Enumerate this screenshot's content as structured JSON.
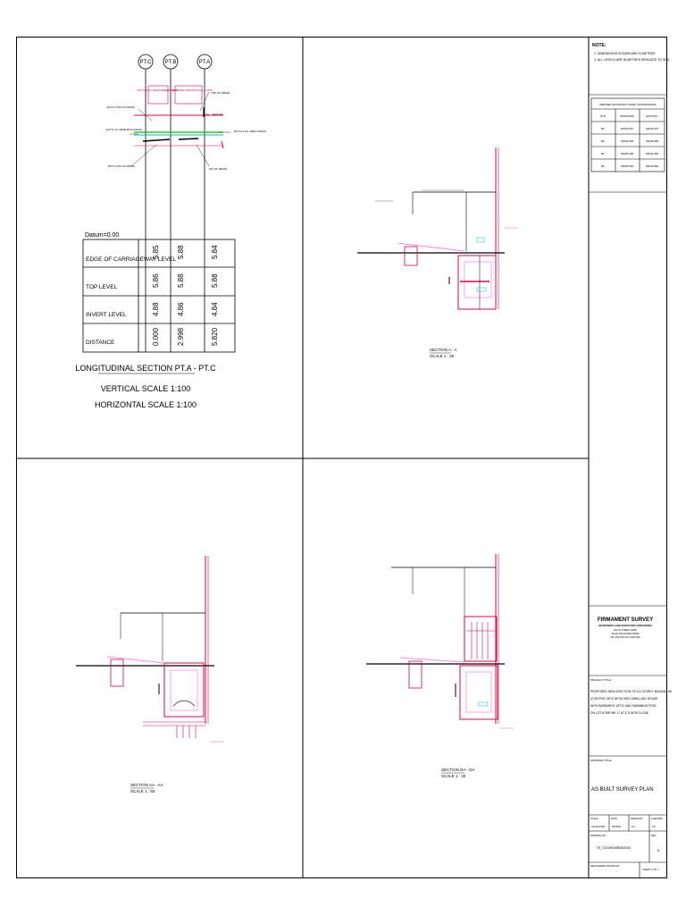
{
  "profile": {
    "points": [
      "PT.C",
      "PT.B",
      "PT.A"
    ],
    "notes": {
      "red_left": "EXT'G 0.6m WIDE RED CULVERT",
      "red_right": "0.6m WIDE RED DRAIN SCALE 1:1000",
      "top_of_drain_right": "TOP OF DRAIN",
      "railing": "RAILING",
      "existing_0_6m_open_drain": "EXT'G 0.6m OPEN DRAIN",
      "inv_of_drain": "INV OF DRAIN",
      "ext_top_of_drain_left": "EXT'G TOP OF DRAIN",
      "ext_wide_box_drain": "EXT'G 1m WIDE BOX DRAIN",
      "ext_inv_of_drain": "EXT'G INV OF DRAIN"
    },
    "datum": "Datum=0.00",
    "rows": [
      {
        "label": "EDGE OF CARRIAGEWAY LEVEL",
        "values": [
          "5.85",
          "5.88",
          "5.84"
        ]
      },
      {
        "label": "TOP LEVEL",
        "values": [
          "5.86",
          "5.88",
          "5.88"
        ]
      },
      {
        "label": "INVERT LEVEL",
        "values": [
          "4.88",
          "4.86",
          "4.84"
        ]
      },
      {
        "label": "DISTANCE",
        "values": [
          "0.000",
          "2.998",
          "5.820"
        ]
      }
    ],
    "title": "LONGITUDINAL SECTION PT.A - PT.C",
    "vertical_scale": "VERTICAL SCALE 1:100",
    "horizontal_scale": "HORIZONTAL SCALE 1:100"
  },
  "sections": {
    "a": {
      "title": "SECTION A - A",
      "scale": "SCALE 1 : 20"
    },
    "b": {
      "title": "SECTION AA - AA",
      "scale": "SCALE 1 : 50"
    },
    "c": {
      "title": "SECTION DA - DA",
      "scale": "SCALE 1 : 30"
    }
  },
  "note": {
    "heading": "NOTE:",
    "lines": [
      "1. DIMENSIONS SHOWN ARE IN METRES",
      "2. ALL LEVELS ARE IN METRES REDUCED TO SHD"
    ]
  },
  "boundary_table": {
    "title": "REFINED BOUNDARY MARK COORDINATES",
    "headers": [
      "STN",
      "NORTHING",
      "EASTING"
    ],
    "rows": [
      [
        "B1",
        "30033.057",
        "26049.297"
      ],
      [
        "B2",
        "30036.609",
        "26048.958"
      ],
      [
        "B3",
        "30035.295",
        "26049.469"
      ],
      [
        "B4",
        "30036.962",
        "26049.860"
      ]
    ]
  },
  "company": {
    "name": "FIRMAMENT SURVEY",
    "subtitle": "REGISTERED LAND SURVEYORS (SINGAPORE)",
    "address_lines": [
      "BLK 00 STREET NAME",
      "#00-00 SINGAPORE 000000",
      "TEL 0000 0000 FAX 0000 0000"
    ]
  },
  "project": {
    "label": "PROJECT TITLE:",
    "lines": [
      "PROPOSED NEW ERECTION OF A 2-STOREY BUNGALOW",
      "(CONTROL DEV) DETACHED DWELLING HOUSE",
      "WITH BASEMENT, ATTIC AND SWIMMING POOL",
      "ON LOT 6709P MK 17 AT 8 TUDOR CLOSE"
    ]
  },
  "drawing": {
    "label": "DRAWING TITLE:",
    "title": "AS BUILT SURVEY PLAN"
  },
  "info": {
    "fields": [
      "SCALE",
      "DATE",
      "DRAWN BY",
      "CHECKED"
    ],
    "values": [
      "AS SHOWN",
      "05/2024",
      "FS",
      "FS"
    ],
    "drawing_no_label": "DRAWING NO.",
    "drawing_no": "FS_TUDOR/ASB/05/2024",
    "rev_label": "REV.",
    "rev": "A",
    "surveyor_label": "REGISTERED SURVEYOR",
    "sheet": "SHEET 1 OF 1"
  }
}
